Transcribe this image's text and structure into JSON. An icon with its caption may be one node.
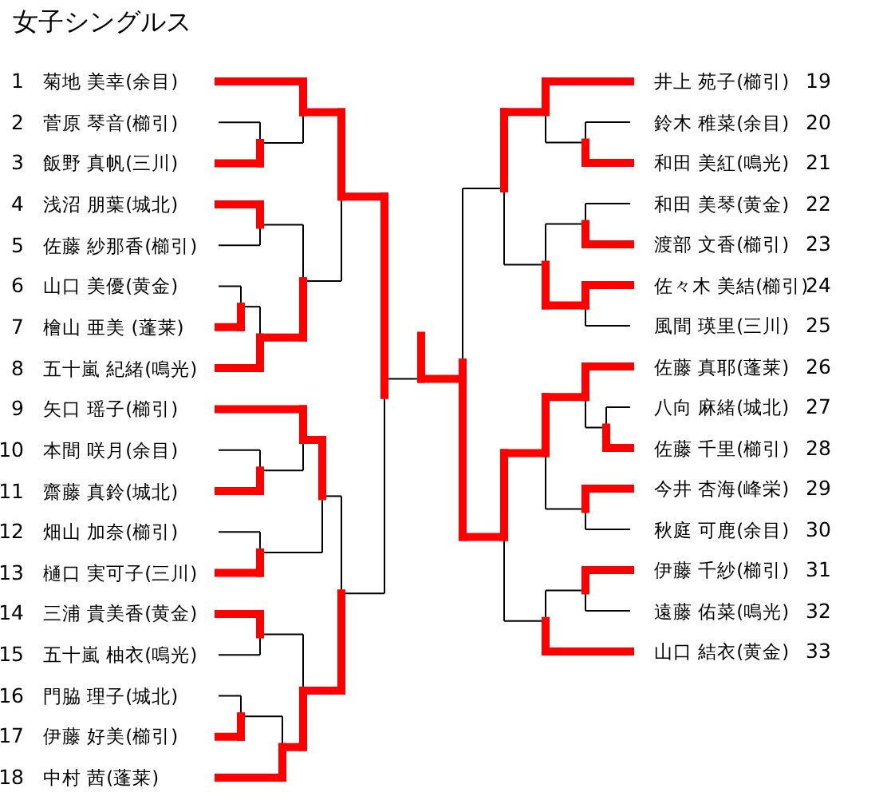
{
  "diagram": {
    "title": "女子シングルス",
    "nodes": [
      {
        "text": [
          "菊地 美幸(余目)"
        ],
        "beside": [
          "1"
        ]
      },
      {
        "text": [
          "菅原 琴音(櫛引)"
        ],
        "beside": [
          "2"
        ]
      },
      {
        "text": [
          "飯野 真帆(三川)"
        ],
        "beside": [
          "3"
        ]
      },
      {
        "text": [
          "浅沼 朋葉(城北)"
        ],
        "beside": [
          "4"
        ]
      },
      {
        "text": [
          "佐藤 紗那香(櫛引)"
        ],
        "beside": [
          "5"
        ]
      },
      {
        "text": [
          "山口 美優(黄金)"
        ],
        "beside": [
          "6"
        ]
      },
      {
        "text": [
          "檜山 亜美 (蓬莱)"
        ],
        "beside": [
          "7"
        ]
      },
      {
        "text": [
          "五十嵐 紀緒(鳴光)"
        ],
        "beside": [
          "8"
        ]
      },
      {
        "text": [
          "矢口 瑶子(櫛引)"
        ],
        "beside": [
          "9"
        ]
      },
      {
        "text": [
          "本間 咲月(余目)"
        ],
        "beside": [
          "10"
        ]
      },
      {
        "text": [
          "齋藤 真鈴(城北)"
        ],
        "beside": [
          "11"
        ]
      },
      {
        "text": [
          "畑山 加奈(櫛引)"
        ],
        "beside": [
          "12"
        ]
      },
      {
        "text": [
          "樋口 実可子(三川)"
        ],
        "beside": [
          "13"
        ]
      },
      {
        "text": [
          "三浦 貴美香(黄金)"
        ],
        "beside": [
          "14"
        ]
      },
      {
        "text": [
          "五十嵐 柚衣(鳴光)"
        ],
        "beside": [
          "15"
        ]
      },
      {
        "text": [
          "門脇 理子(城北)"
        ],
        "beside": [
          "16"
        ]
      },
      {
        "text": [
          "伊藤 好美(櫛引)"
        ],
        "beside": [
          "17"
        ]
      },
      {
        "text": [
          "中村 茜(蓬莱)"
        ],
        "beside": [
          "18"
        ]
      },
      {
        "text": [
          "井上 苑子(櫛引)"
        ],
        "beside": [
          "19"
        ]
      },
      {
        "text": [
          "鈴木 稚菜(余目)"
        ],
        "beside": [
          "20"
        ]
      },
      {
        "text": [
          "和田 美紅(鳴光)"
        ],
        "beside": [
          "21"
        ]
      },
      {
        "text": [
          "和田 美琴(黄金)"
        ],
        "beside": [
          "22"
        ]
      },
      {
        "text": [
          "渡部 文香(櫛引)"
        ],
        "beside": [
          "23"
        ]
      },
      {
        "text": [
          "佐々木 美結(櫛引)"
        ],
        "beside": [
          "24"
        ]
      },
      {
        "text": [
          "風間 瑛里(三川)"
        ],
        "beside": [
          "25"
        ]
      },
      {
        "text": [
          "佐藤 真耶(蓬莱)"
        ],
        "beside": [
          "26"
        ]
      },
      {
        "text": [
          "八向 麻緒(城北)"
        ],
        "beside": [
          "27"
        ]
      },
      {
        "text": [
          "佐藤 千里(櫛引)"
        ],
        "beside": [
          "28"
        ]
      },
      {
        "text": [
          "今井 杏海(峰栄)"
        ],
        "beside": [
          "29"
        ]
      },
      {
        "text": [
          "秋庭 可鹿(余目)"
        ],
        "beside": [
          "30"
        ]
      },
      {
        "text": [
          "伊藤 千紗(櫛引)"
        ],
        "beside": [
          "31"
        ]
      },
      {
        "text": [
          "遠藤 佑菜(鳴光)"
        ],
        "beside": [
          "32"
        ]
      },
      {
        "text": [
          "山口 結衣(黄金)"
        ],
        "beside": [
          "33"
        ]
      }
    ]
  }
}
